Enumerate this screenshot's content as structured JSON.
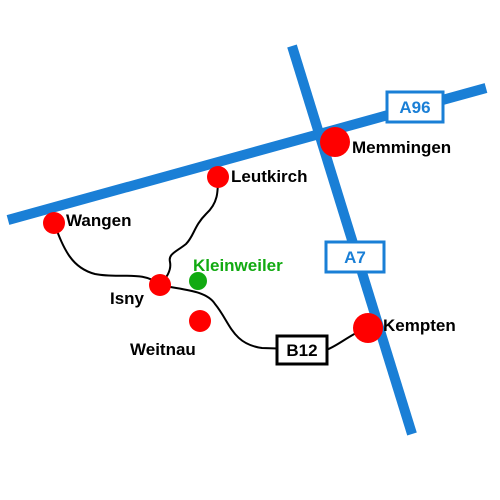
{
  "colors": {
    "motorway": "#1a7fd6",
    "city": "#ff0000",
    "village": "#11aa11",
    "road": "#000000",
    "background": "#ffffff"
  },
  "motorways": [
    {
      "name": "A96"
    },
    {
      "name": "A7"
    }
  ],
  "federal_road": {
    "name": "B12"
  },
  "cities": [
    {
      "name": "Memmingen",
      "size": "large"
    },
    {
      "name": "Leutkirch",
      "size": "small"
    },
    {
      "name": "Wangen",
      "size": "small"
    },
    {
      "name": "Isny",
      "size": "small"
    },
    {
      "name": "Weitnau",
      "size": "small"
    },
    {
      "name": "Kempten",
      "size": "large"
    }
  ],
  "villages": [
    {
      "name": "Kleinweiler"
    }
  ]
}
